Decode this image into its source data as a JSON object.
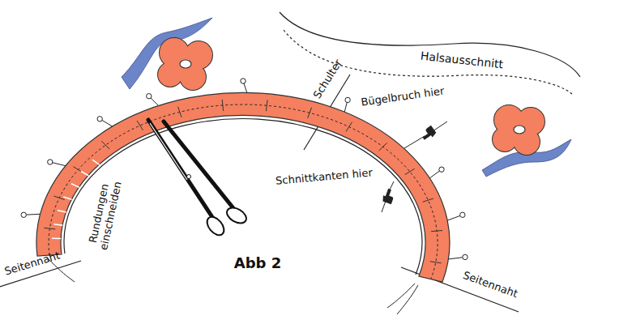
{
  "diagram": {
    "labels": [
      "Halsausschnitt",
      "Schulter",
      "Bügelbruch hier",
      "Schnittkanten hier",
      "Rundungen einschneiden",
      "Seitennaht",
      "Seitennaht",
      "Abb 2"
    ]
  }
}
